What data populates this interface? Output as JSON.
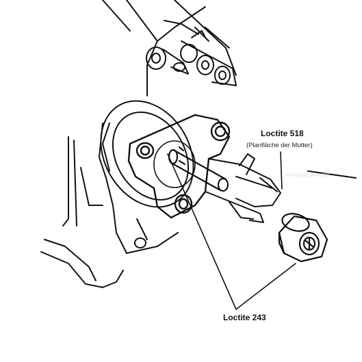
{
  "labels": {
    "loctite_518": "Loctite 518",
    "loctite_518_note": "(Planfläche der Mutter)",
    "loctite_243": "Loctite 243"
  },
  "watermark": "AUTODOC.MARKET",
  "colors": {
    "ink": "#111111",
    "background": "#ffffff",
    "watermark": "#c9d6e3"
  }
}
